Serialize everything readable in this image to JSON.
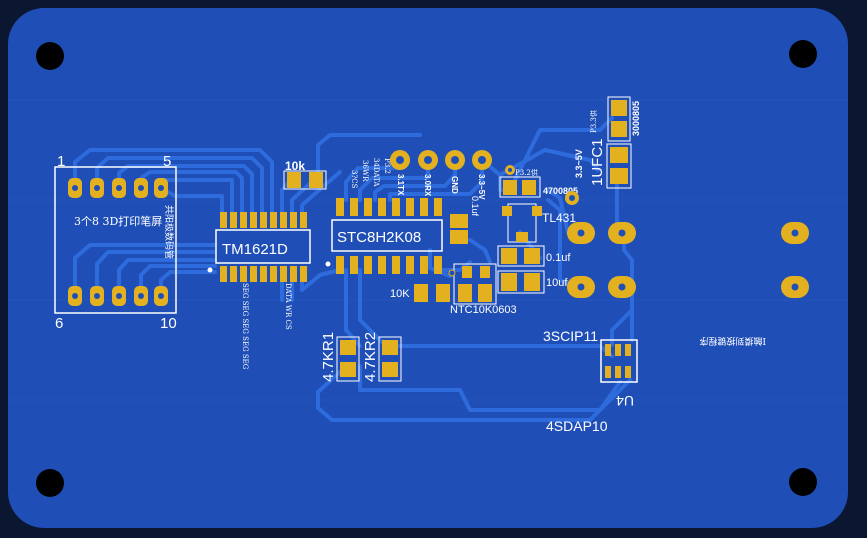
{
  "colors": {
    "canvas": "#0b1630",
    "board": "#1f4fb6",
    "trace": "#2e6bdc",
    "pad": "#e3b11f",
    "silk": "#ffffff",
    "hole": "#000000"
  },
  "board": {
    "labels": {
      "pin1": "1",
      "pin5": "5",
      "pin6": "6",
      "pin10": "10",
      "display_name": "3个8 3D打印笔屏",
      "display_side": "共阳极数码管",
      "r_10k_top": "10k",
      "tm_chip": "TM1621D",
      "stc_chip": "STC8H2K08",
      "tm_pins": "SEG SEG SEG SEG SEG",
      "tm_pins2": "DATA WR CS",
      "stc_top1": "3?CS",
      "stc_top2": "36WR",
      "stc_top3": "34DATA",
      "stc_top4": "P3.2",
      "hdr_tx": "3.1TX",
      "hdr_rx": "3.0RX",
      "hdr_gnd": "GND",
      "hdr_33": "3.3~5V",
      "cap_01_left": "0.1uf",
      "p32_label": "P3.2供",
      "part_4700805": "4700805",
      "p33_label": "P3.3供",
      "part_3000805": "3000805",
      "v33_5": "3.3~5V",
      "ufc1": "1UFC1",
      "tl431": "TL431",
      "cap_01_right": "0.1uf",
      "cap_10uf": "10uf",
      "r_10k_mid": "10K",
      "ntc": "NTC10K0603",
      "kr1": "4.7KR1",
      "kr2": "4.7KR2",
      "scl": "3SCIP11",
      "u4_side": "I触摸到按键程序",
      "u4": "U4",
      "sda": "4SDAP10"
    }
  }
}
